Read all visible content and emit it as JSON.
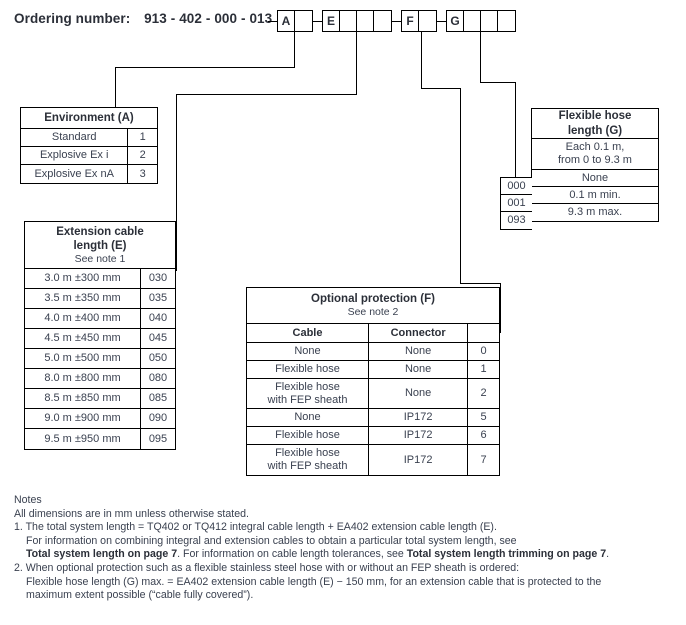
{
  "header": {
    "label": "Ordering number:",
    "base_number": "913 - 402 - 000 - 013",
    "groups": [
      {
        "name": "A",
        "cells": [
          "A",
          ""
        ]
      },
      {
        "name": "E",
        "cells": [
          "E",
          "",
          "",
          ""
        ]
      },
      {
        "name": "F",
        "cells": [
          "F",
          ""
        ]
      },
      {
        "name": "G",
        "cells": [
          "G",
          "",
          "",
          ""
        ]
      }
    ]
  },
  "environment_table": {
    "title": "Environment (A)",
    "rows": [
      {
        "label": "Standard",
        "code": "1"
      },
      {
        "label": "Explosive Ex i",
        "code": "2"
      },
      {
        "label": "Explosive Ex nA",
        "code": "3"
      }
    ]
  },
  "extension_cable_table": {
    "title_line1": "Extension cable",
    "title_line2": "length (E)",
    "subtitle": "See note 1",
    "rows": [
      {
        "label": "3.0 m ±300 mm",
        "code": "030"
      },
      {
        "label": "3.5 m ±350 mm",
        "code": "035"
      },
      {
        "label": "4.0 m ±400 mm",
        "code": "040"
      },
      {
        "label": "4.5 m ±450 mm",
        "code": "045"
      },
      {
        "label": "5.0 m ±500 mm",
        "code": "050"
      },
      {
        "label": "8.0 m ±800 mm",
        "code": "080"
      },
      {
        "label": "8.5 m ±850 mm",
        "code": "085"
      },
      {
        "label": "9.0 m ±900 mm",
        "code": "090"
      },
      {
        "label": "9.5 m ±950 mm",
        "code": "095"
      }
    ]
  },
  "optional_protection_table": {
    "title": "Optional protection (F)",
    "subtitle": "See note 2",
    "columns": [
      "Cable",
      "Connector"
    ],
    "rows": [
      {
        "cable": "None",
        "connector": "None",
        "code": "0",
        "tall": false
      },
      {
        "cable": "Flexible hose",
        "connector": "None",
        "code": "1",
        "tall": false
      },
      {
        "cable": "Flexible hose\nwith FEP sheath",
        "connector": "None",
        "code": "2",
        "tall": true
      },
      {
        "cable": "None",
        "connector": "IP172",
        "code": "5",
        "tall": false
      },
      {
        "cable": "Flexible hose",
        "connector": "IP172",
        "code": "6",
        "tall": false
      },
      {
        "cable": "Flexible hose\nwith FEP sheath",
        "connector": "IP172",
        "code": "7",
        "tall": true
      }
    ]
  },
  "flexible_hose_table": {
    "title_line1": "Flexible hose",
    "title_line2": "length (G)",
    "note_line1": "Each 0.1 m,",
    "note_line2": "from 0 to 9.3 m",
    "rows": [
      {
        "code": "000",
        "label": "None"
      },
      {
        "code": "001",
        "label": "0.1 m min."
      },
      {
        "code": "093",
        "label": "9.3 m max."
      }
    ]
  },
  "notes": {
    "heading": "Notes",
    "general": "All dimensions are in mm unless otherwise stated.",
    "note1_line1": "1. The total system length = TQ402 or TQ412 integral cable length + EA402 extension cable length (E).",
    "note1_line2": "For information on combining integral and extension cables to obtain a particular total system length, see",
    "note1_line3_a": "Total system length on page 7",
    "note1_line3_b": ". For information on cable length tolerances, see ",
    "note1_line3_c": "Total system length trimming on page 7",
    "note1_line3_d": ".",
    "note2_line1": "2. When optional protection such as a flexible stainless steel hose with or without an FEP sheath is ordered:",
    "note2_line2": "Flexible hose length (G) max. = EA402 extension cable length (E) − 150 mm, for an extension cable that is protected to the",
    "note2_line3": "maximum extent possible (“cable fully covered”)."
  },
  "colors": {
    "line": "#000000",
    "text": "#2b2f38",
    "text_muted": "#3a4150",
    "background": "#ffffff"
  }
}
